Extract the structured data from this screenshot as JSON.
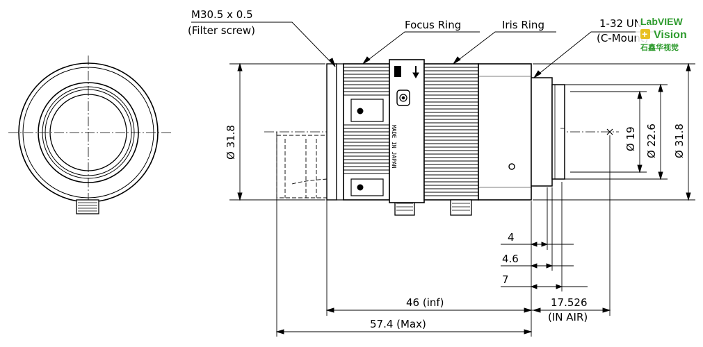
{
  "labels": {
    "filter_thread": "M30.5 x 0.5",
    "filter_sub": "(Filter screw)",
    "focus_ring": "Focus Ring",
    "iris_ring": "Iris Ring",
    "mount_thread": "1-32 UN",
    "mount_sub": "(C-Mount)",
    "dim_body_dia": "Ø 31.8",
    "dim_19": "Ø 19",
    "dim_22_6": "Ø 22.6",
    "dim_31_8_right": "Ø 31.8",
    "dim_4": "4",
    "dim_4_6": "4.6",
    "dim_7": "7",
    "dim_46": "46 (inf)",
    "dim_57_4": "57.4 (Max)",
    "dim_17_526": "17.526",
    "dim_in_air": "(IN AIR)",
    "made_in": "MADE IN JAPAN"
  },
  "logo": {
    "line1": "LabVIEW",
    "line2": "Vision",
    "line3": "石鑫华视觉",
    "accent_color": "#2e9b2e",
    "plus_color": "#e8c020"
  }
}
